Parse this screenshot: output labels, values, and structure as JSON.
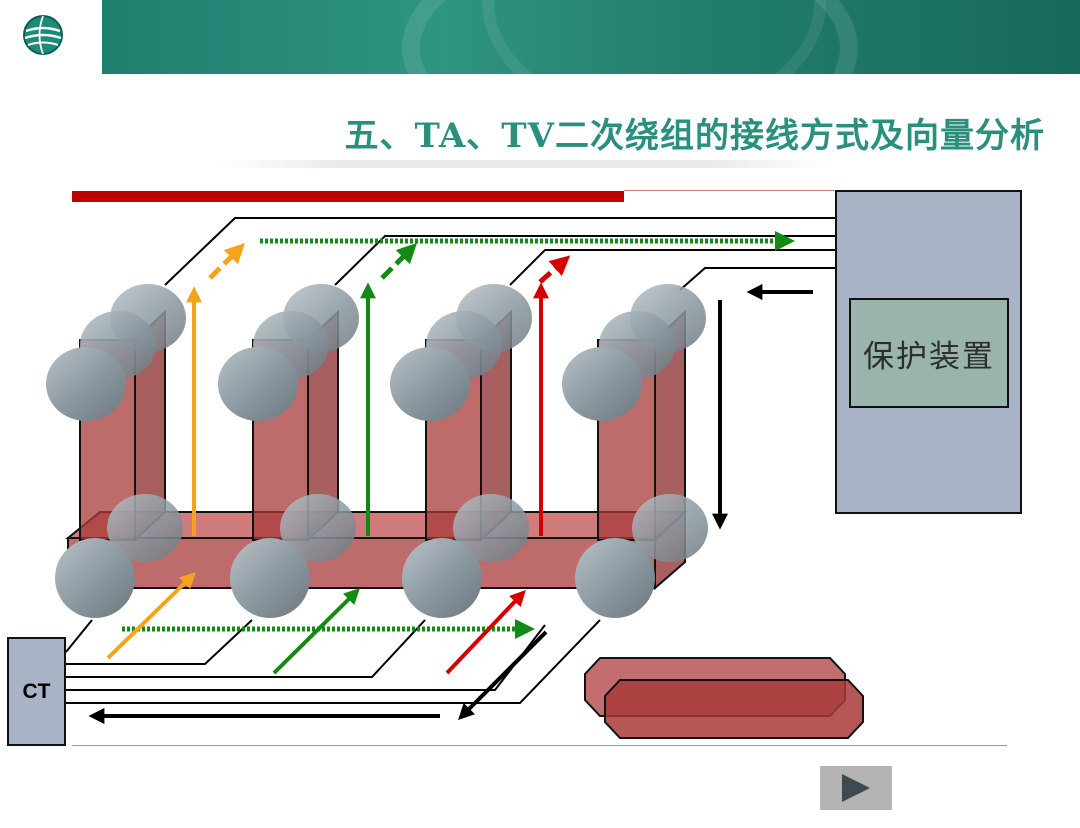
{
  "slide": {
    "title": "五、TA、TV二次绕组的接线方式及向量分析",
    "protection_label": "保护装置",
    "ct_label": "CT"
  },
  "colors": {
    "header": "#237e6f",
    "title": "#2a8f7d",
    "accent_red": "#c00000",
    "phase_a": "#f5a31a",
    "phase_b": "#138a13",
    "phase_c": "#d40000",
    "return": "#000000",
    "core": "#a83a3a",
    "cylinder": "#8e9aa2",
    "box": "#a9b3c6"
  },
  "icons": {
    "logo": "state-grid-globe-icon",
    "next": "play-triangle-icon"
  }
}
